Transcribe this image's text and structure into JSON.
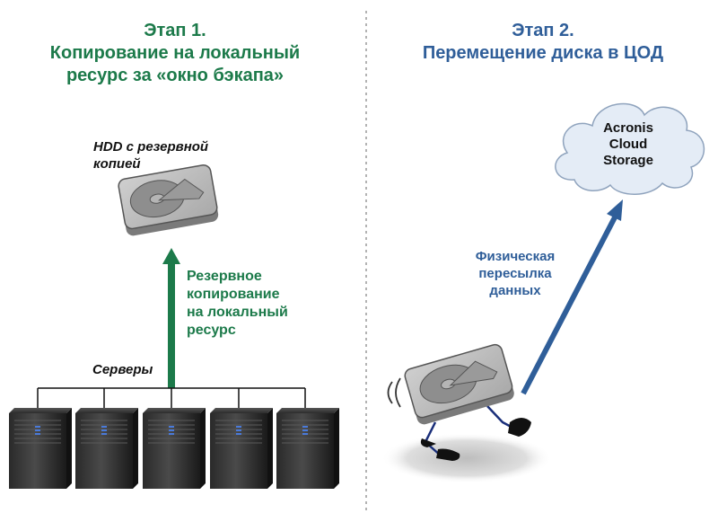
{
  "stage1": {
    "title": "Этап 1.",
    "line2": "Копирование на локальный",
    "line3": "ресурс за «окно бэкапа»"
  },
  "stage2": {
    "title": "Этап 2.",
    "line2": "Перемещение диска в ЦОД"
  },
  "hdd_label": {
    "line1": "HDD с резервной",
    "line2": "копией"
  },
  "backup_label": {
    "line1": "Резервное",
    "line2": "копирование",
    "line3": "на локальный",
    "line4": "ресурс"
  },
  "servers_label": "Серверы",
  "cloud": {
    "line1": "Acronis",
    "line2": "Cloud",
    "line3": "Storage"
  },
  "shipping_label": {
    "line1": "Физическая",
    "line2": "пересылка",
    "line3": "данных"
  },
  "colors": {
    "green": "#1c7a4a",
    "blue": "#2f5e99",
    "cloud_fill": "#e4ecf6",
    "cloud_stroke": "#8fa3bd"
  }
}
